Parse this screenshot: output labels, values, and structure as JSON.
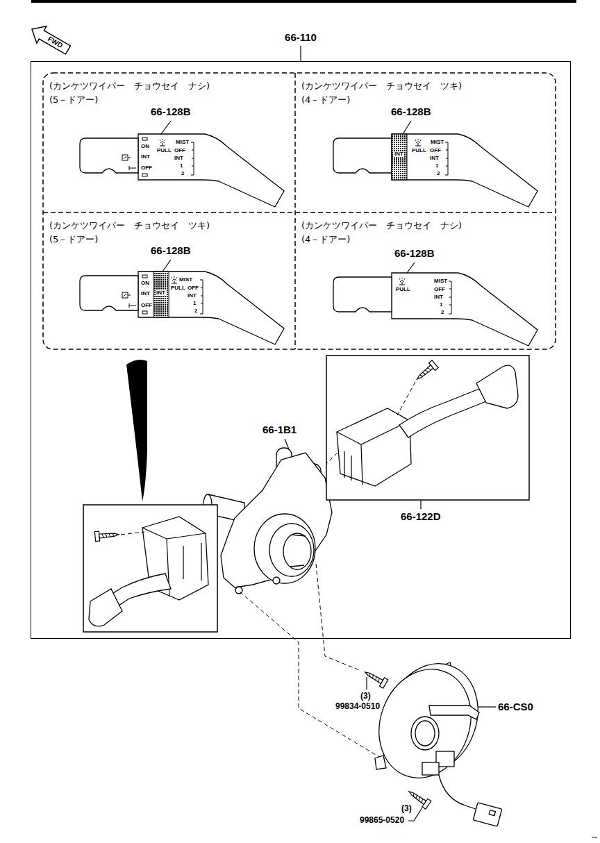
{
  "diagram": {
    "nodes": [
      {
        "text": [
          "66-110"
        ]
      },
      {
        "text": [
          "(カンケツワイパー　チョウセイ　ナシ)",
          "(5－ドアー)"
        ],
        "in": 0
      },
      {
        "text": [
          "(カンケツワイパー　チョウセイ　ツキ)",
          "(4－ドアー)"
        ],
        "in": 0
      },
      {
        "text": [
          "(カンケツワイパー　チョウセイ　ツキ)",
          "(5－ドアー)"
        ],
        "in": 0
      },
      {
        "text": [
          "(カンケツワイパー　チョウセイ　ナシ)",
          "(4－ドアー)"
        ],
        "in": 0
      }
    ],
    "labels": [
      "FWD",
      "66-128B",
      "ON",
      "INT",
      "OFF",
      "MIST",
      "PULL",
      "OFF",
      "INT",
      "1",
      "2",
      "66-128B",
      "INT",
      "MIST",
      "PULL",
      "OFF",
      "INT",
      "1",
      "2",
      "66-128B",
      "ON",
      "INT",
      "INT",
      "OFF",
      "MIST",
      "PULL",
      "OFF",
      "INT",
      "1",
      "2",
      "66-128B",
      "MIST",
      "PULL",
      "OFF",
      "INT",
      "1",
      "2",
      "66-1B1",
      "66-122D",
      "(3)",
      "99834-0510",
      "66-CS0",
      "(3)",
      "99865-0520"
    ]
  }
}
